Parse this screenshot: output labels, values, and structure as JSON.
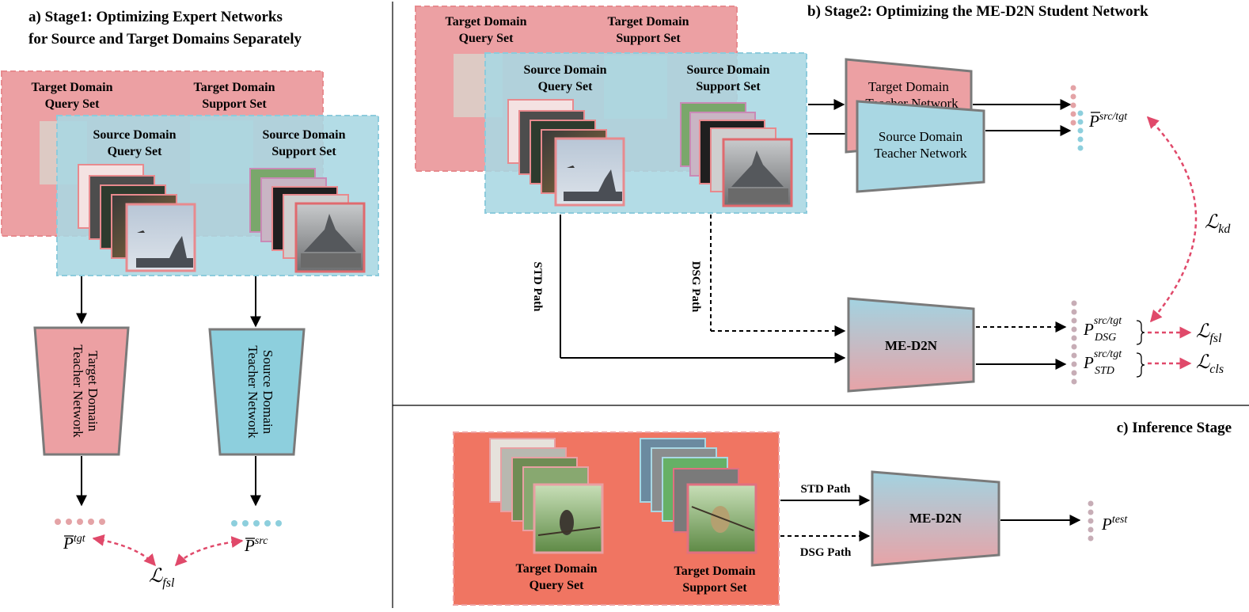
{
  "stage_a": {
    "title_line1": "a) Stage1: Optimizing Expert Networks",
    "title_line2": "for Source and Target Domains Separately",
    "tgt_query_l1": "Target Domain",
    "tgt_query_l2": "Query Set",
    "tgt_support_l1": "Target Domain",
    "tgt_support_l2": "Support Set",
    "src_query_l1": "Source Domain",
    "src_query_l2": "Query Set",
    "src_support_l1": "Source Domain",
    "src_support_l2": "Support Set",
    "tgt_net_l1": "Target Domain",
    "tgt_net_l2": "Teacher Network",
    "src_net_l1": "Source Domain",
    "src_net_l2": "Teacher Network",
    "p_tgt_base": "P",
    "p_tgt_sup": "tgt",
    "p_src_base": "P",
    "p_src_sup": "src",
    "loss_base": "ℒ",
    "loss_sub": "fsl"
  },
  "stage_b": {
    "title": "b) Stage2: Optimizing the ME-D2N Student Network",
    "tgt_query_l1": "Target Domain",
    "tgt_query_l2": "Query Set",
    "tgt_support_l1": "Target Domain",
    "tgt_support_l2": "Support Set",
    "src_query_l1": "Source Domain",
    "src_query_l2": "Query Set",
    "src_support_l1": "Source Domain",
    "src_support_l2": "Support Set",
    "tgt_teacher_l1": "Target Domain",
    "tgt_teacher_l2": "Teacher Network",
    "src_teacher_l1": "Source Domain",
    "src_teacher_l2": "Teacher Network",
    "student": "ME-D2N",
    "std_path": "STD Path",
    "dsg_path": "DSG Path",
    "p_teacher_base": "P",
    "p_teacher_sup": "src/tgt",
    "p_dsg_base": "P",
    "p_dsg_sup": "src/tgt",
    "p_dsg_sub": "DSG",
    "p_std_base": "P",
    "p_std_sup": "src/tgt",
    "p_std_sub": "STD",
    "loss_kd_base": "ℒ",
    "loss_kd_sub": "kd",
    "loss_fsl_base": "ℒ",
    "loss_fsl_sub": "fsl",
    "loss_cls_base": "ℒ",
    "loss_cls_sub": "cls"
  },
  "stage_c": {
    "title": "c) Inference Stage",
    "query_l1": "Target Domain",
    "query_l2": "Query Set",
    "support_l1": "Target Domain",
    "support_l2": "Support Set",
    "std_path": "STD Path",
    "dsg_path": "DSG Path",
    "student": "ME-D2N",
    "p_test_base": "P",
    "p_test_sup": "test"
  },
  "colors": {
    "target_pink": "#eca0a3",
    "source_blue": "#a9d7e3",
    "inference_red": "#f07562",
    "loss_arrow": "#e0496a",
    "dot_pink": "#e4a3a6",
    "dot_blue": "#8dcfdd",
    "dot_mauve": "#c7adb6"
  }
}
